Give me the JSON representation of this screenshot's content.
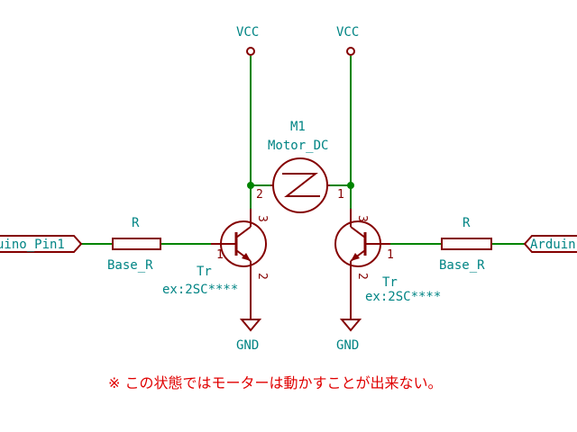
{
  "power": {
    "vcc_left": "VCC",
    "vcc_right": "VCC",
    "gnd_left": "GND",
    "gnd_right": "GND"
  },
  "motor": {
    "ref": "M1",
    "value": "Motor_DC",
    "pin_left": "2",
    "pin_right": "1"
  },
  "left_resistor": {
    "ref": "R",
    "value": "Base_R"
  },
  "right_resistor": {
    "ref": "R",
    "value": "Base_R"
  },
  "left_transistor": {
    "ref": "Tr",
    "value": "ex:2SC****",
    "pin_base": "1",
    "pin_collector": "3",
    "pin_emitter": "2"
  },
  "right_transistor": {
    "ref": "Tr",
    "value": "ex:2SC****",
    "pin_base": "1",
    "pin_collector": "3",
    "pin_emitter": "2"
  },
  "labels": {
    "left_input": "uino_Pin1",
    "right_input": "Arduin"
  },
  "note": "※  この状態ではモーターは動かすことが出来ない。",
  "colors": {
    "wire": "#008400",
    "symbol": "#840000",
    "text": "#008484",
    "note": "#e00000"
  }
}
